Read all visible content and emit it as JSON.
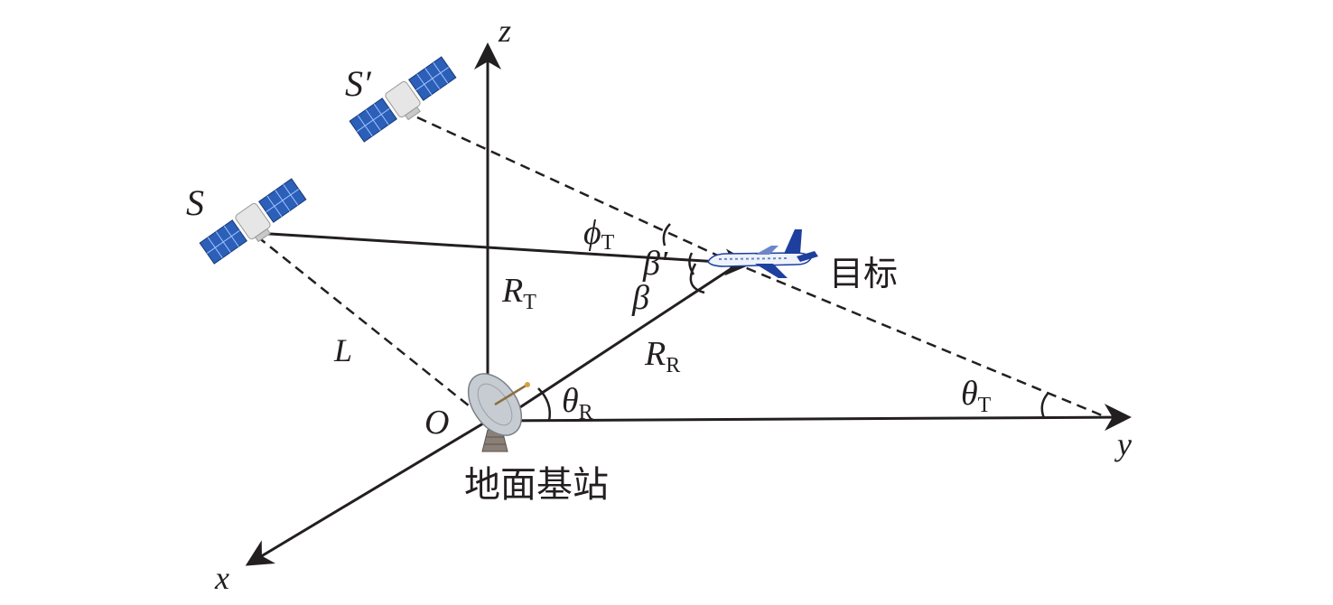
{
  "axes": {
    "x_label": "x",
    "y_label": "y",
    "z_label": "z",
    "origin_label": "O"
  },
  "satellites": {
    "s_label": "S",
    "s_prime_label": "S′"
  },
  "segments": {
    "L_label": "L",
    "R_T_main": "R",
    "R_T_sub": "T",
    "R_R_main": "R",
    "R_R_sub": "R"
  },
  "angles": {
    "phi_T_main": "ϕ",
    "phi_T_sub": "T",
    "beta_prime": "β′",
    "beta": "β",
    "theta_R_main": "θ",
    "theta_R_sub": "R",
    "theta_T_main": "θ",
    "theta_T_sub": "T"
  },
  "nodes": {
    "target_label": "目标",
    "ground_station_label": "地面基站"
  },
  "colors": {
    "ink": "#231f20",
    "solar_panel": "#2b5fb8",
    "solar_panel_grid": "#9fc3ff",
    "satellite_body": "#e6e6e6",
    "aircraft_body": "#eef2fb",
    "aircraft_accent": "#1f3f9e",
    "dish": "#c7ccd3",
    "dish_base": "#8a8078"
  }
}
